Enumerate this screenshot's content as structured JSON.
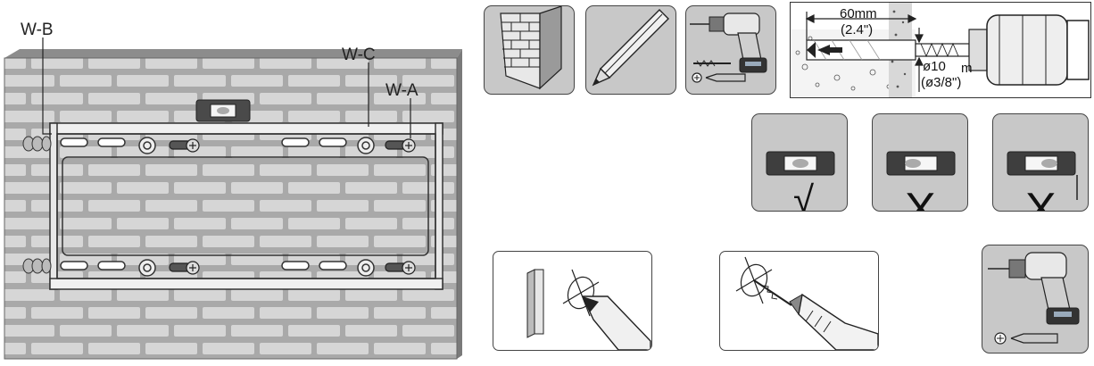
{
  "labels": {
    "wall_bracket": "W-B",
    "wall_cover": "W-C",
    "wall_anchor": "W-A"
  },
  "drill_spec": {
    "depth_mm": "60mm",
    "depth_in": "(2.4\")",
    "diameter_mm": "ø10",
    "diameter_unit_fragment": "m",
    "diameter_in": "(ø3/8\")"
  },
  "level_check": {
    "correct_mark": "√",
    "wrong_mark": "X"
  },
  "icons": [
    "brick-wall-icon",
    "pencil-icon",
    "drill-icon",
    "drill-bit-icon",
    "phillips-screwdriver-icon",
    "spirit-level-icon",
    "crosshair-mark-icon"
  ],
  "colors": {
    "wall": "#a8a8a8",
    "brick": "#d2d2d2",
    "tile_bg": "#c8c8c8",
    "outline": "#444444"
  }
}
